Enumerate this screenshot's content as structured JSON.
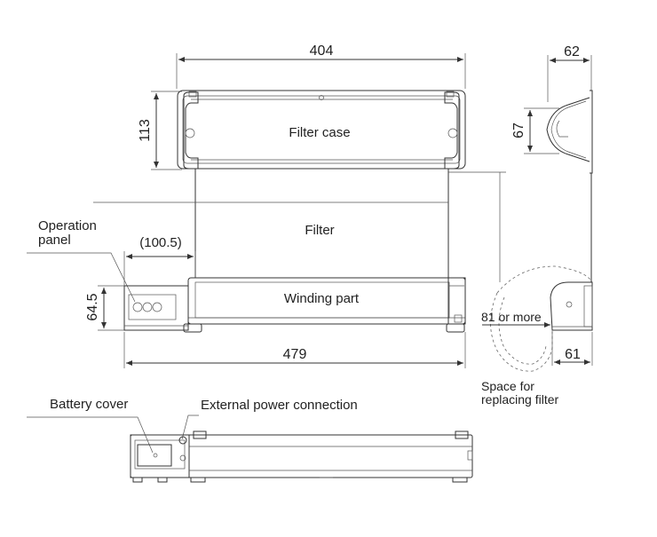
{
  "front_view": {
    "width_404": "404",
    "height_113": "113",
    "label_filter_case": "Filter case",
    "label_filter": "Filter",
    "label_winding_part": "Winding part",
    "label_operation_panel_line1": "Operation",
    "label_operation_panel_line2": "panel",
    "offset_100_5": "(100.5)",
    "height_64_5": "64.5",
    "width_479": "479"
  },
  "side_view": {
    "depth_62": "62",
    "height_67": "67",
    "clearance_81": "81 or more",
    "depth_61": "61",
    "space_note_line1": "Space for",
    "space_note_line2": "replacing filter"
  },
  "bottom_view": {
    "label_battery_cover": "Battery cover",
    "label_external_power": "External power connection"
  }
}
